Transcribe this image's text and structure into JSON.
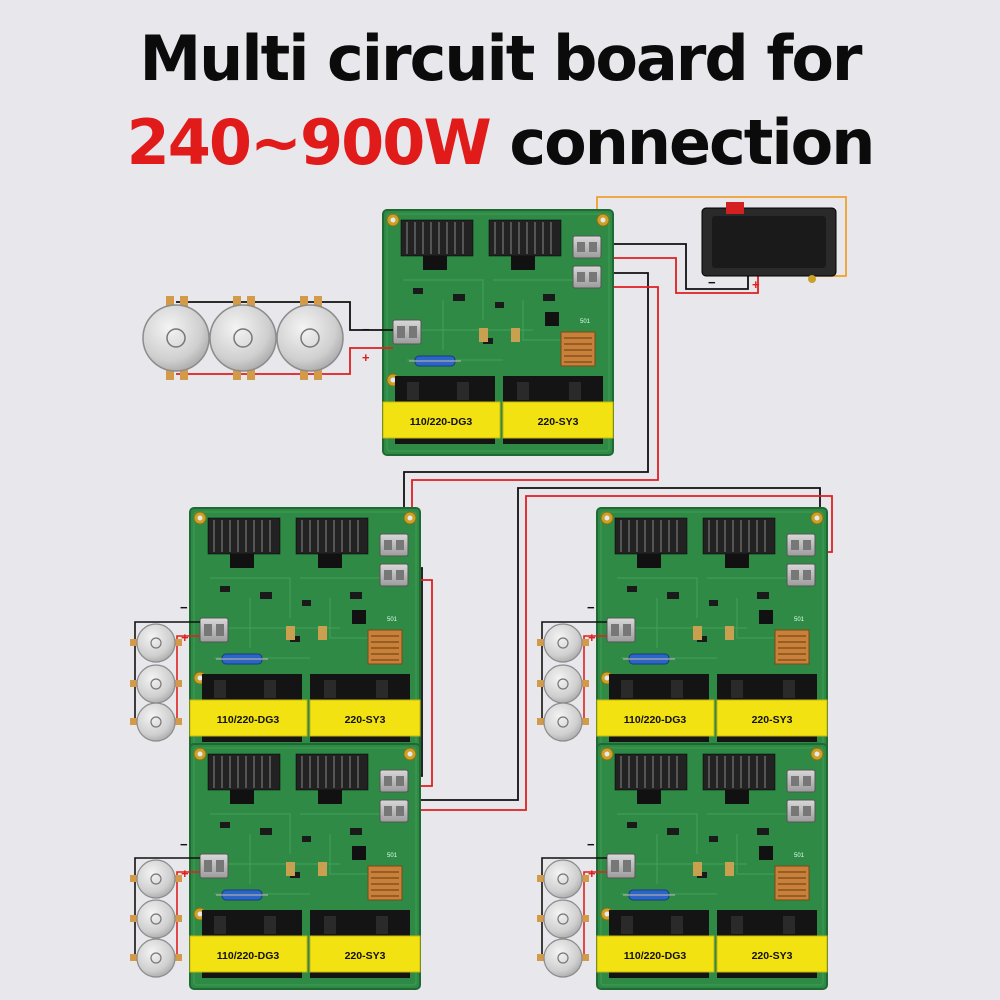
{
  "headline": {
    "line1": "Multi circuit board for",
    "line2_accent": "240~900W",
    "line2_rest": " connection"
  },
  "transformers": {
    "left_label": "110/220-DG3",
    "right_label": "220-SY3"
  },
  "polarity": {
    "minus": "−",
    "plus": "+"
  },
  "board_marking": "501",
  "colors": {
    "background": "#e7e7ec",
    "pcb": "#2f8a46",
    "pcb_dark": "#1f6a33",
    "transformer_band": "#f3e212",
    "wire_red": "#e02020",
    "wire_black": "#111111",
    "wire_orange": "#f0a030",
    "accent_text": "#e11a1a"
  },
  "icons": {
    "switch": "rocker-switch-icon",
    "transducer": "ultrasonic-transducer-icon",
    "terminal": "screw-terminal-icon"
  }
}
